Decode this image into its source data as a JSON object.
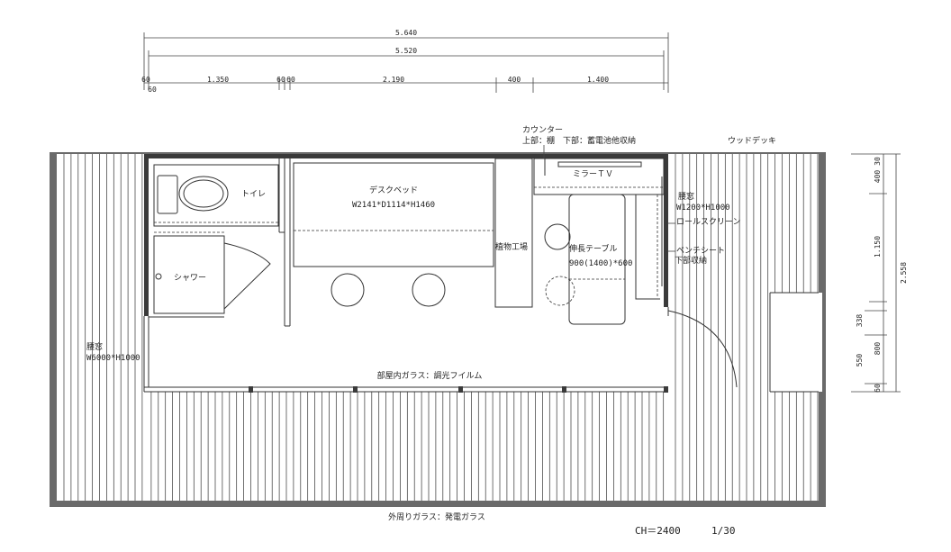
{
  "dimensions": {
    "overall": "5.640",
    "inner": "5.520",
    "segments": [
      "60",
      "1.350",
      "60",
      "60",
      "2.190",
      "400",
      "1.400"
    ],
    "segment_60_lower": "60",
    "right": [
      "400",
      "1.150",
      "338",
      "800",
      "550",
      "60"
    ],
    "right_total": "2.558",
    "right_top_small": "30"
  },
  "labels": {
    "counter_title": "カウンター",
    "counter_detail": "上部：棚　下部：蓄電池他収納",
    "wood_deck": "ウッドデッキ",
    "toilet": "トイレ",
    "desk_bed": "デスクベッド",
    "desk_bed_size": "W2141*D1114*H1460",
    "mirror_tv": "ミラーＴＶ",
    "window_right_title": "腰窓",
    "window_right_size": "W1200*H1000",
    "roll_screen": "ロールスクリーン",
    "plant_factory": "植物工場",
    "ext_table": "伸長テーブル",
    "ext_table_size": "900(1400)*600",
    "bench_seat": "ベンチシート",
    "bench_storage": "下部収納",
    "shower": "シャワー",
    "window_left_title": "腰窓",
    "window_left_size": "W6000*H1000",
    "room_glass": "部屋内ガラス：調光フイルム",
    "outer_glass": "外周りガラス：発電ガラス",
    "ceiling": "CH＝2400",
    "scale": "1/30"
  }
}
